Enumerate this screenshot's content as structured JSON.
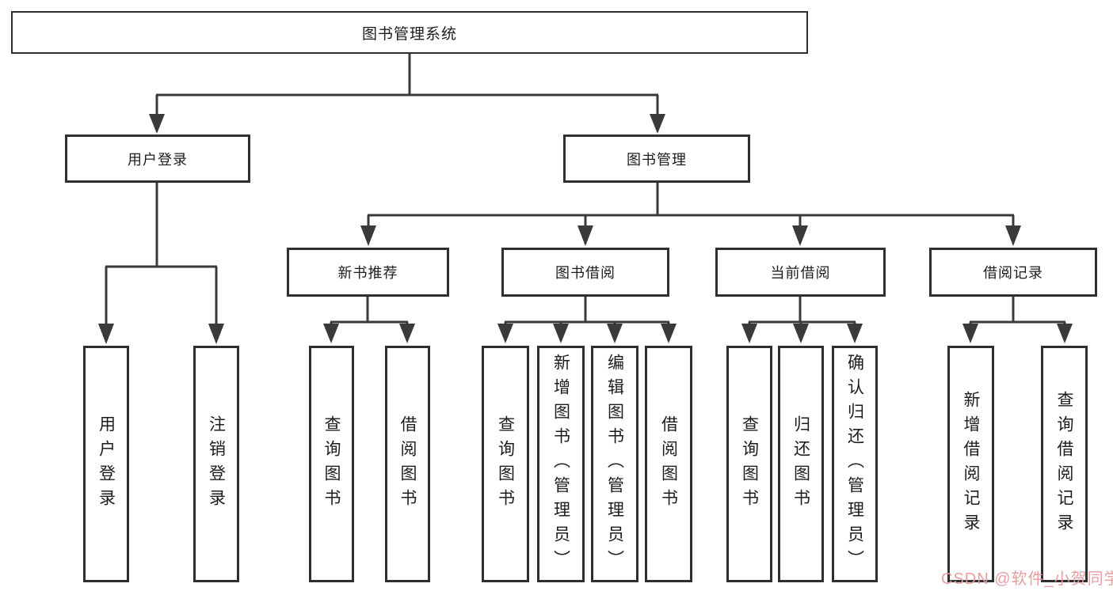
{
  "colors": {
    "line": "#3a3a3a",
    "border": "#2f2f2f",
    "text": "#1c1c1c",
    "watermark": "#e89a9a",
    "bg": "#ffffff"
  },
  "tree": {
    "root": "图书管理系统",
    "branches": [
      {
        "label": "用户登录",
        "children": [
          "用户登录",
          "注销登录"
        ]
      },
      {
        "label": "图书管理",
        "groups": [
          {
            "label": "新书推荐",
            "children": [
              "查询图书",
              "借阅图书"
            ]
          },
          {
            "label": "图书借阅",
            "children": [
              "查询图书",
              "新增图书（管理员）",
              "编辑图书（管理员）",
              "借阅图书"
            ]
          },
          {
            "label": "当前借阅",
            "children": [
              "查询图书",
              "归还图书",
              "确认归还（管理员）"
            ]
          },
          {
            "label": "借阅记录",
            "children": [
              "新增借阅记录",
              "查询借阅记录"
            ]
          }
        ]
      }
    ]
  },
  "watermark": {
    "text": "CSDN @软件_小贺同学"
  }
}
